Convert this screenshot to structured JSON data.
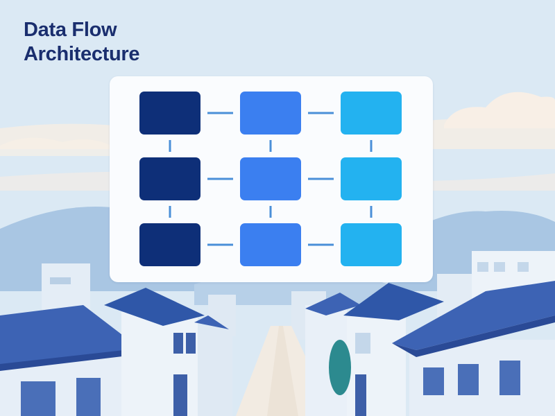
{
  "title": {
    "line1": "Data Flow",
    "line2": "Architecture"
  },
  "diagram": {
    "columns": 3,
    "rows": 3,
    "column_colors": [
      "#0e2f78",
      "#3b7ff0",
      "#23b2f0"
    ],
    "connector_color": "#4a8fd8",
    "connections": "grid-adjacent"
  },
  "colors": {
    "sky": "#dbe9f4",
    "mountain": "#9fc0e0",
    "roof": "#3d63b4",
    "wall": "#e6eef7",
    "road": "#f2ebe2"
  }
}
